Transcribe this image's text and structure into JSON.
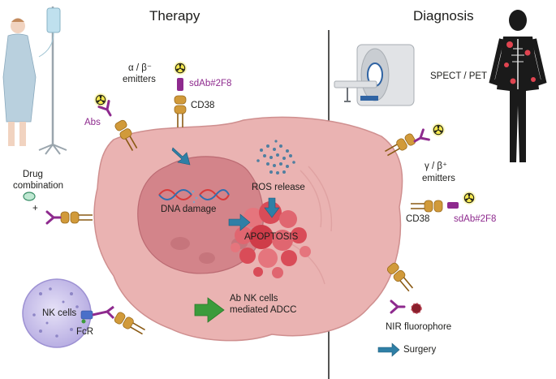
{
  "headings": {
    "therapy": "Therapy",
    "diagnosis": "Diagnosis"
  },
  "therapy": {
    "alpha_beta_line1": "α / β⁻",
    "alpha_beta_line2": "emitters",
    "sdab": "sdAb#2F8",
    "cd38": "CD38",
    "abs": "Abs",
    "drug_line1": "Drug",
    "drug_line2": "combination",
    "plus": "+",
    "dna_damage": "DNA damage",
    "ros_release": "ROS release",
    "apoptosis": "APOPTOSIS",
    "nk_cells": "NK cells",
    "fcr": "FcR",
    "adcc_line1": "Ab NK cells",
    "adcc_line2": "mediated ADCC"
  },
  "diagnosis": {
    "spect_pet": "SPECT / PET",
    "gamma_beta_line1": "γ / β⁺",
    "gamma_beta_line2": "emitters",
    "cd38": "CD38",
    "sdab": "sdAb#2F8",
    "nir": "NIR fluorophore",
    "surgery": "Surgery"
  },
  "colors": {
    "cell": "#eab3b2",
    "nucleus": "#d3848a",
    "apoptosis": "#d94c58",
    "antibody": "#8e2a8e",
    "receptor": "#c98b27",
    "arrow_blue": "#2f7fa6",
    "arrow_green": "#3b9b3b",
    "nk_cell": "#c9c1ea",
    "radioactive_glow": "#f3e84a"
  }
}
